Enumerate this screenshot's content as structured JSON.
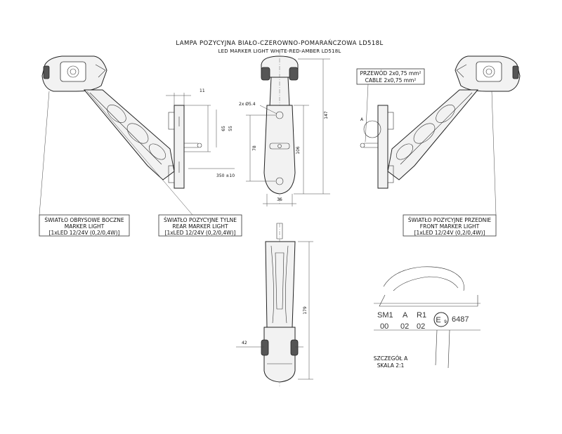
{
  "title": {
    "line1": "LAMPA POZYCYJNA BIAŁO-CZEROWNO-POMARAŃCZOWA LD518L",
    "line2": "LED MARKER LIGHT WHITE-RED-AMBER LD518L"
  },
  "cable": {
    "line1": "PRZEWÓD 2x0,75 mm²",
    "line2": "CABLE 2x0,75 mm²"
  },
  "labels": {
    "side": {
      "line1": "ŚWIATŁO OBRYSOWE BOCZNE",
      "line2": "MARKER LIGHT",
      "line3": "[1xLED 12/24V (0,2/0,4W)]"
    },
    "rear": {
      "line1": "ŚWIATŁO POZYCYJNE TYLNE",
      "line2": "REAR MARKER LIGHT",
      "line3": "[1xLED 12/24V (0,2/0,4W)]"
    },
    "front": {
      "line1": "ŚWIATŁO POZYCYJNE PRZEDNIE",
      "line2": "FRONT MARKER LIGHT",
      "line3": "[1xLED 12/24V (0,2/0,4W)]"
    }
  },
  "dimensions": {
    "d11": "11",
    "d65": "65",
    "d55": "55",
    "d350": "350 ±10",
    "hole": "2x Ø5.4",
    "d78": "78",
    "d106": "106",
    "d147": "147",
    "d36": "36",
    "d179": "179",
    "d42": "42"
  },
  "detail_marks": {
    "sm1": "SM1",
    "a": "A",
    "r1": "R1",
    "n00": "00",
    "n02a": "02",
    "n02b": "02",
    "e": "E",
    "e9": "9",
    "approval": "6487"
  },
  "detail": {
    "pointer": "A",
    "line1": "SZCZEGÓŁ A",
    "line2": "SKALA 2:1"
  }
}
